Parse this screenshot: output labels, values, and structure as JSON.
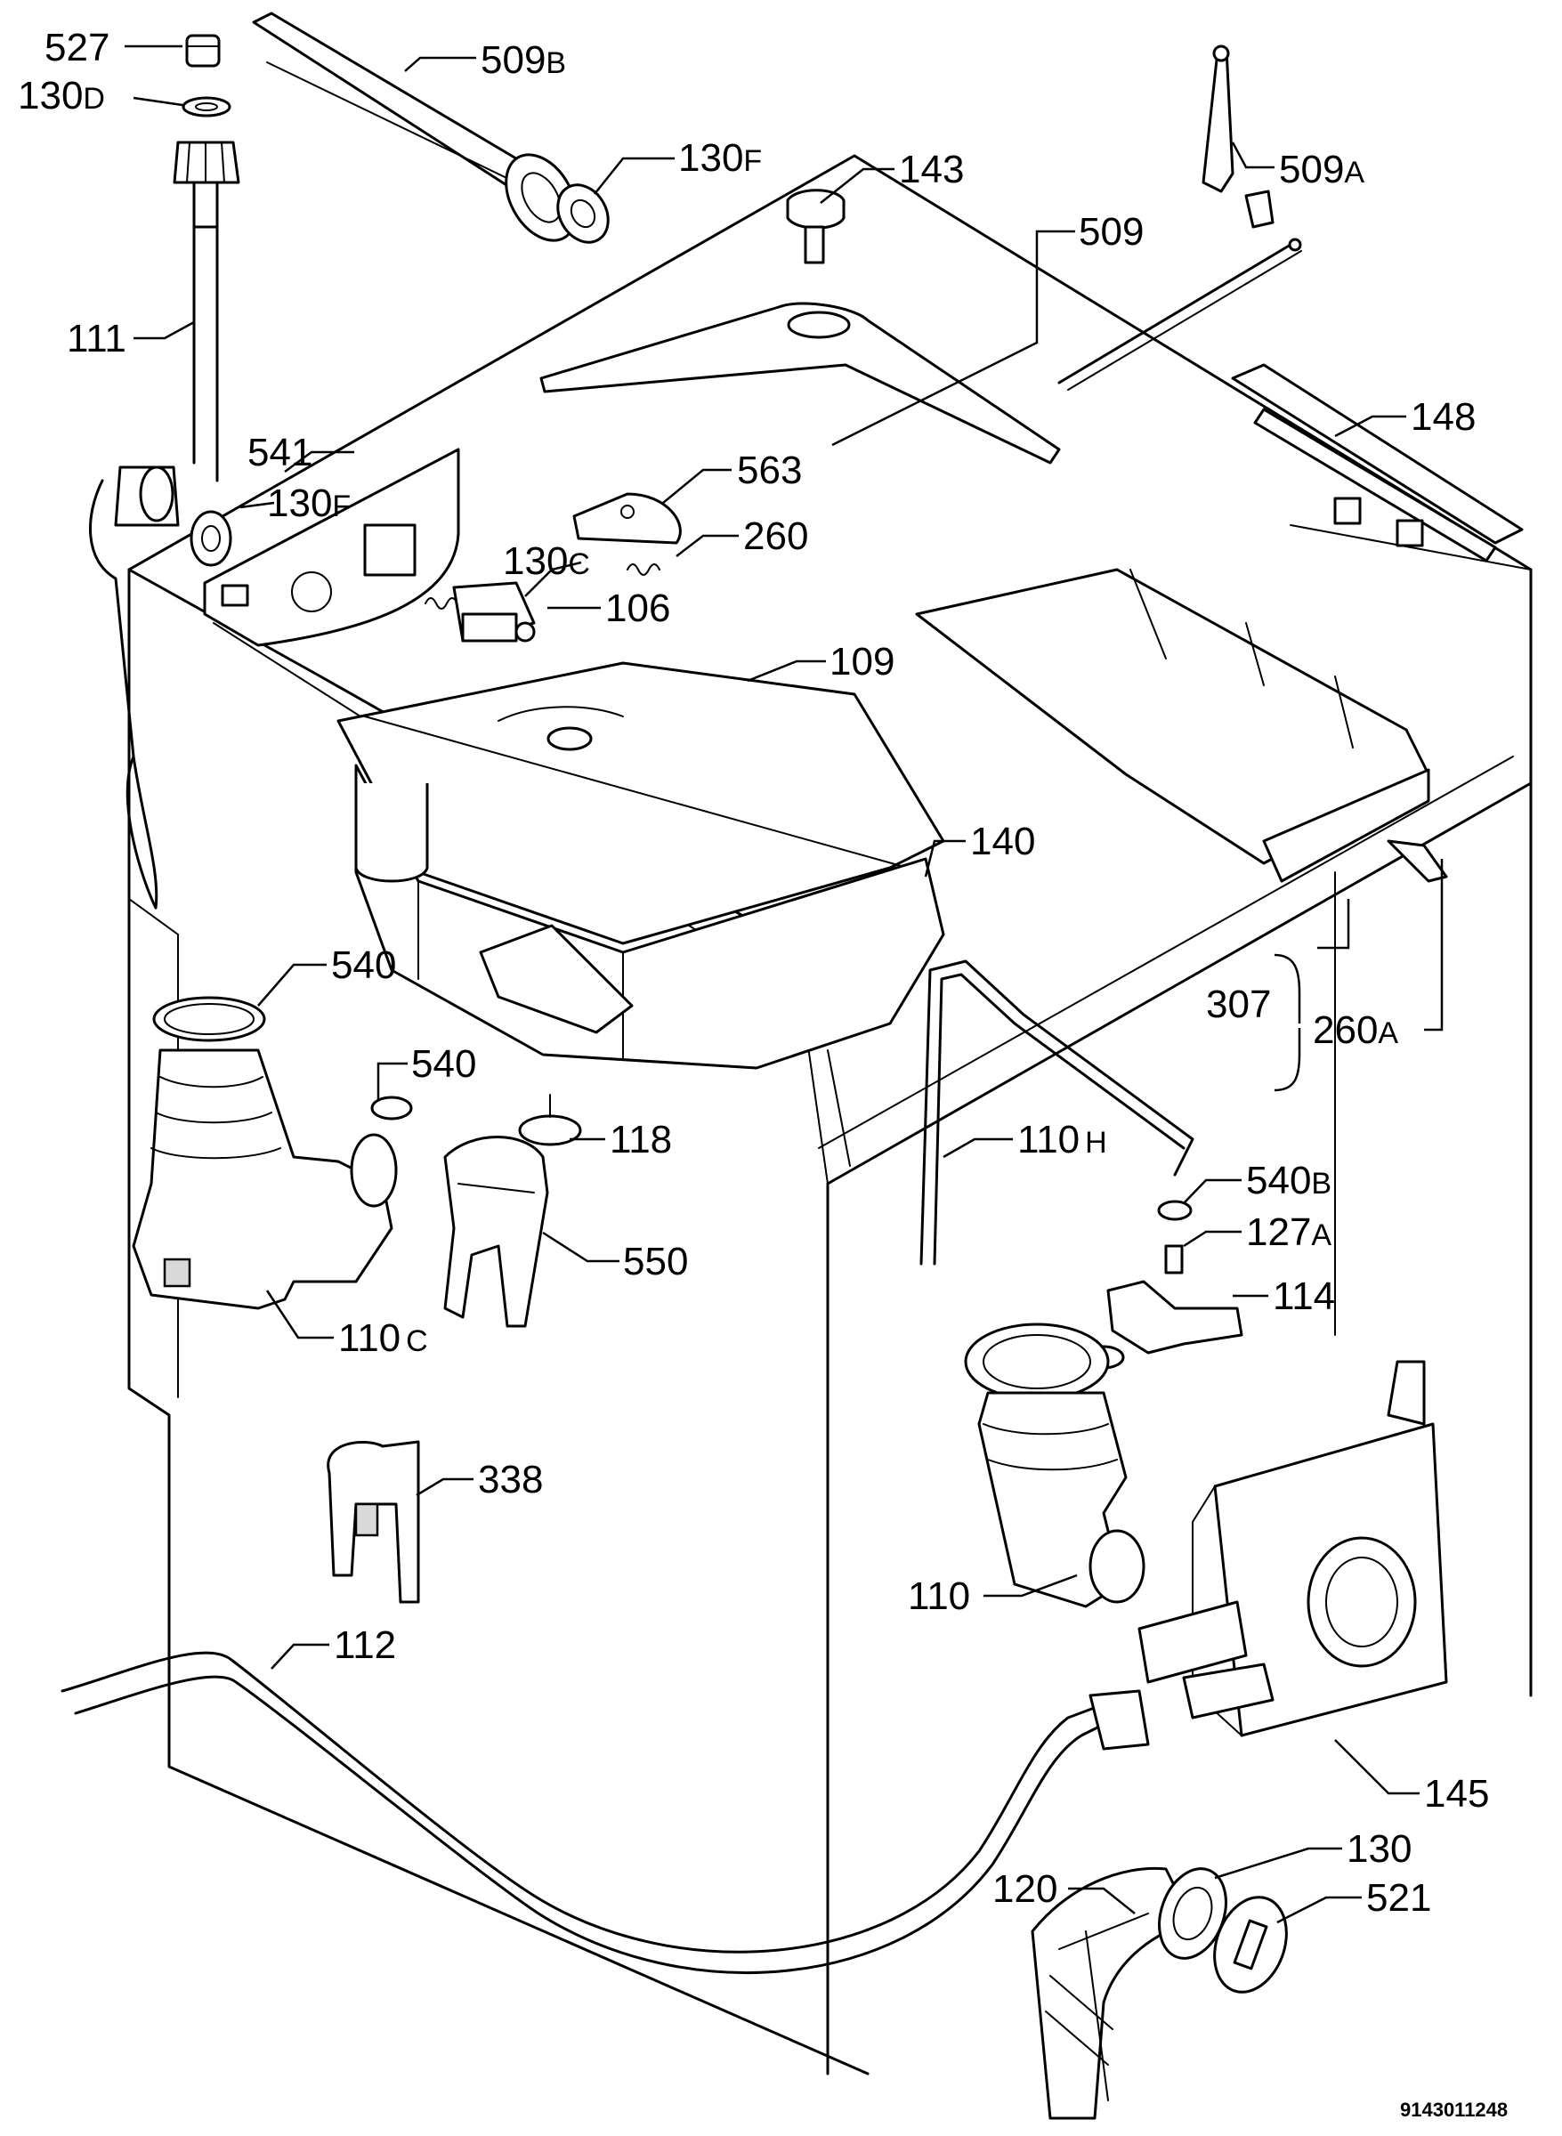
{
  "diagram": {
    "code": "9143011248",
    "parts": [
      {
        "id": "527",
        "label": "527"
      },
      {
        "id": "130D",
        "label": "130",
        "suffix": "D"
      },
      {
        "id": "509B",
        "label": "509",
        "suffix": "B"
      },
      {
        "id": "130F-top",
        "label": "130",
        "suffix": "F"
      },
      {
        "id": "143",
        "label": "143"
      },
      {
        "id": "509A",
        "label": "509",
        "suffix": "A"
      },
      {
        "id": "509",
        "label": "509"
      },
      {
        "id": "111",
        "label": "111"
      },
      {
        "id": "148",
        "label": "148"
      },
      {
        "id": "541",
        "label": "541"
      },
      {
        "id": "130F-mid",
        "label": "130",
        "suffix": "F"
      },
      {
        "id": "563",
        "label": "563"
      },
      {
        "id": "260",
        "label": "260"
      },
      {
        "id": "130C",
        "label": "130",
        "suffix": "C"
      },
      {
        "id": "106",
        "label": "106"
      },
      {
        "id": "109",
        "label": "109"
      },
      {
        "id": "140",
        "label": "140"
      },
      {
        "id": "540-a",
        "label": "540"
      },
      {
        "id": "307",
        "label": "307"
      },
      {
        "id": "260A",
        "label": "260",
        "suffix": "A"
      },
      {
        "id": "540-b",
        "label": "540"
      },
      {
        "id": "118",
        "label": "118"
      },
      {
        "id": "110H",
        "label": "110",
        "suffix": "H"
      },
      {
        "id": "540B",
        "label": "540",
        "suffix": "B"
      },
      {
        "id": "550",
        "label": "550"
      },
      {
        "id": "127A",
        "label": "127",
        "suffix": "A"
      },
      {
        "id": "114",
        "label": "114"
      },
      {
        "id": "110C",
        "label": "110",
        "suffix": "C"
      },
      {
        "id": "338",
        "label": "338"
      },
      {
        "id": "110",
        "label": "110"
      },
      {
        "id": "112",
        "label": "112"
      },
      {
        "id": "145",
        "label": "145"
      },
      {
        "id": "130",
        "label": "130"
      },
      {
        "id": "120",
        "label": "120"
      },
      {
        "id": "521",
        "label": "521"
      }
    ]
  }
}
